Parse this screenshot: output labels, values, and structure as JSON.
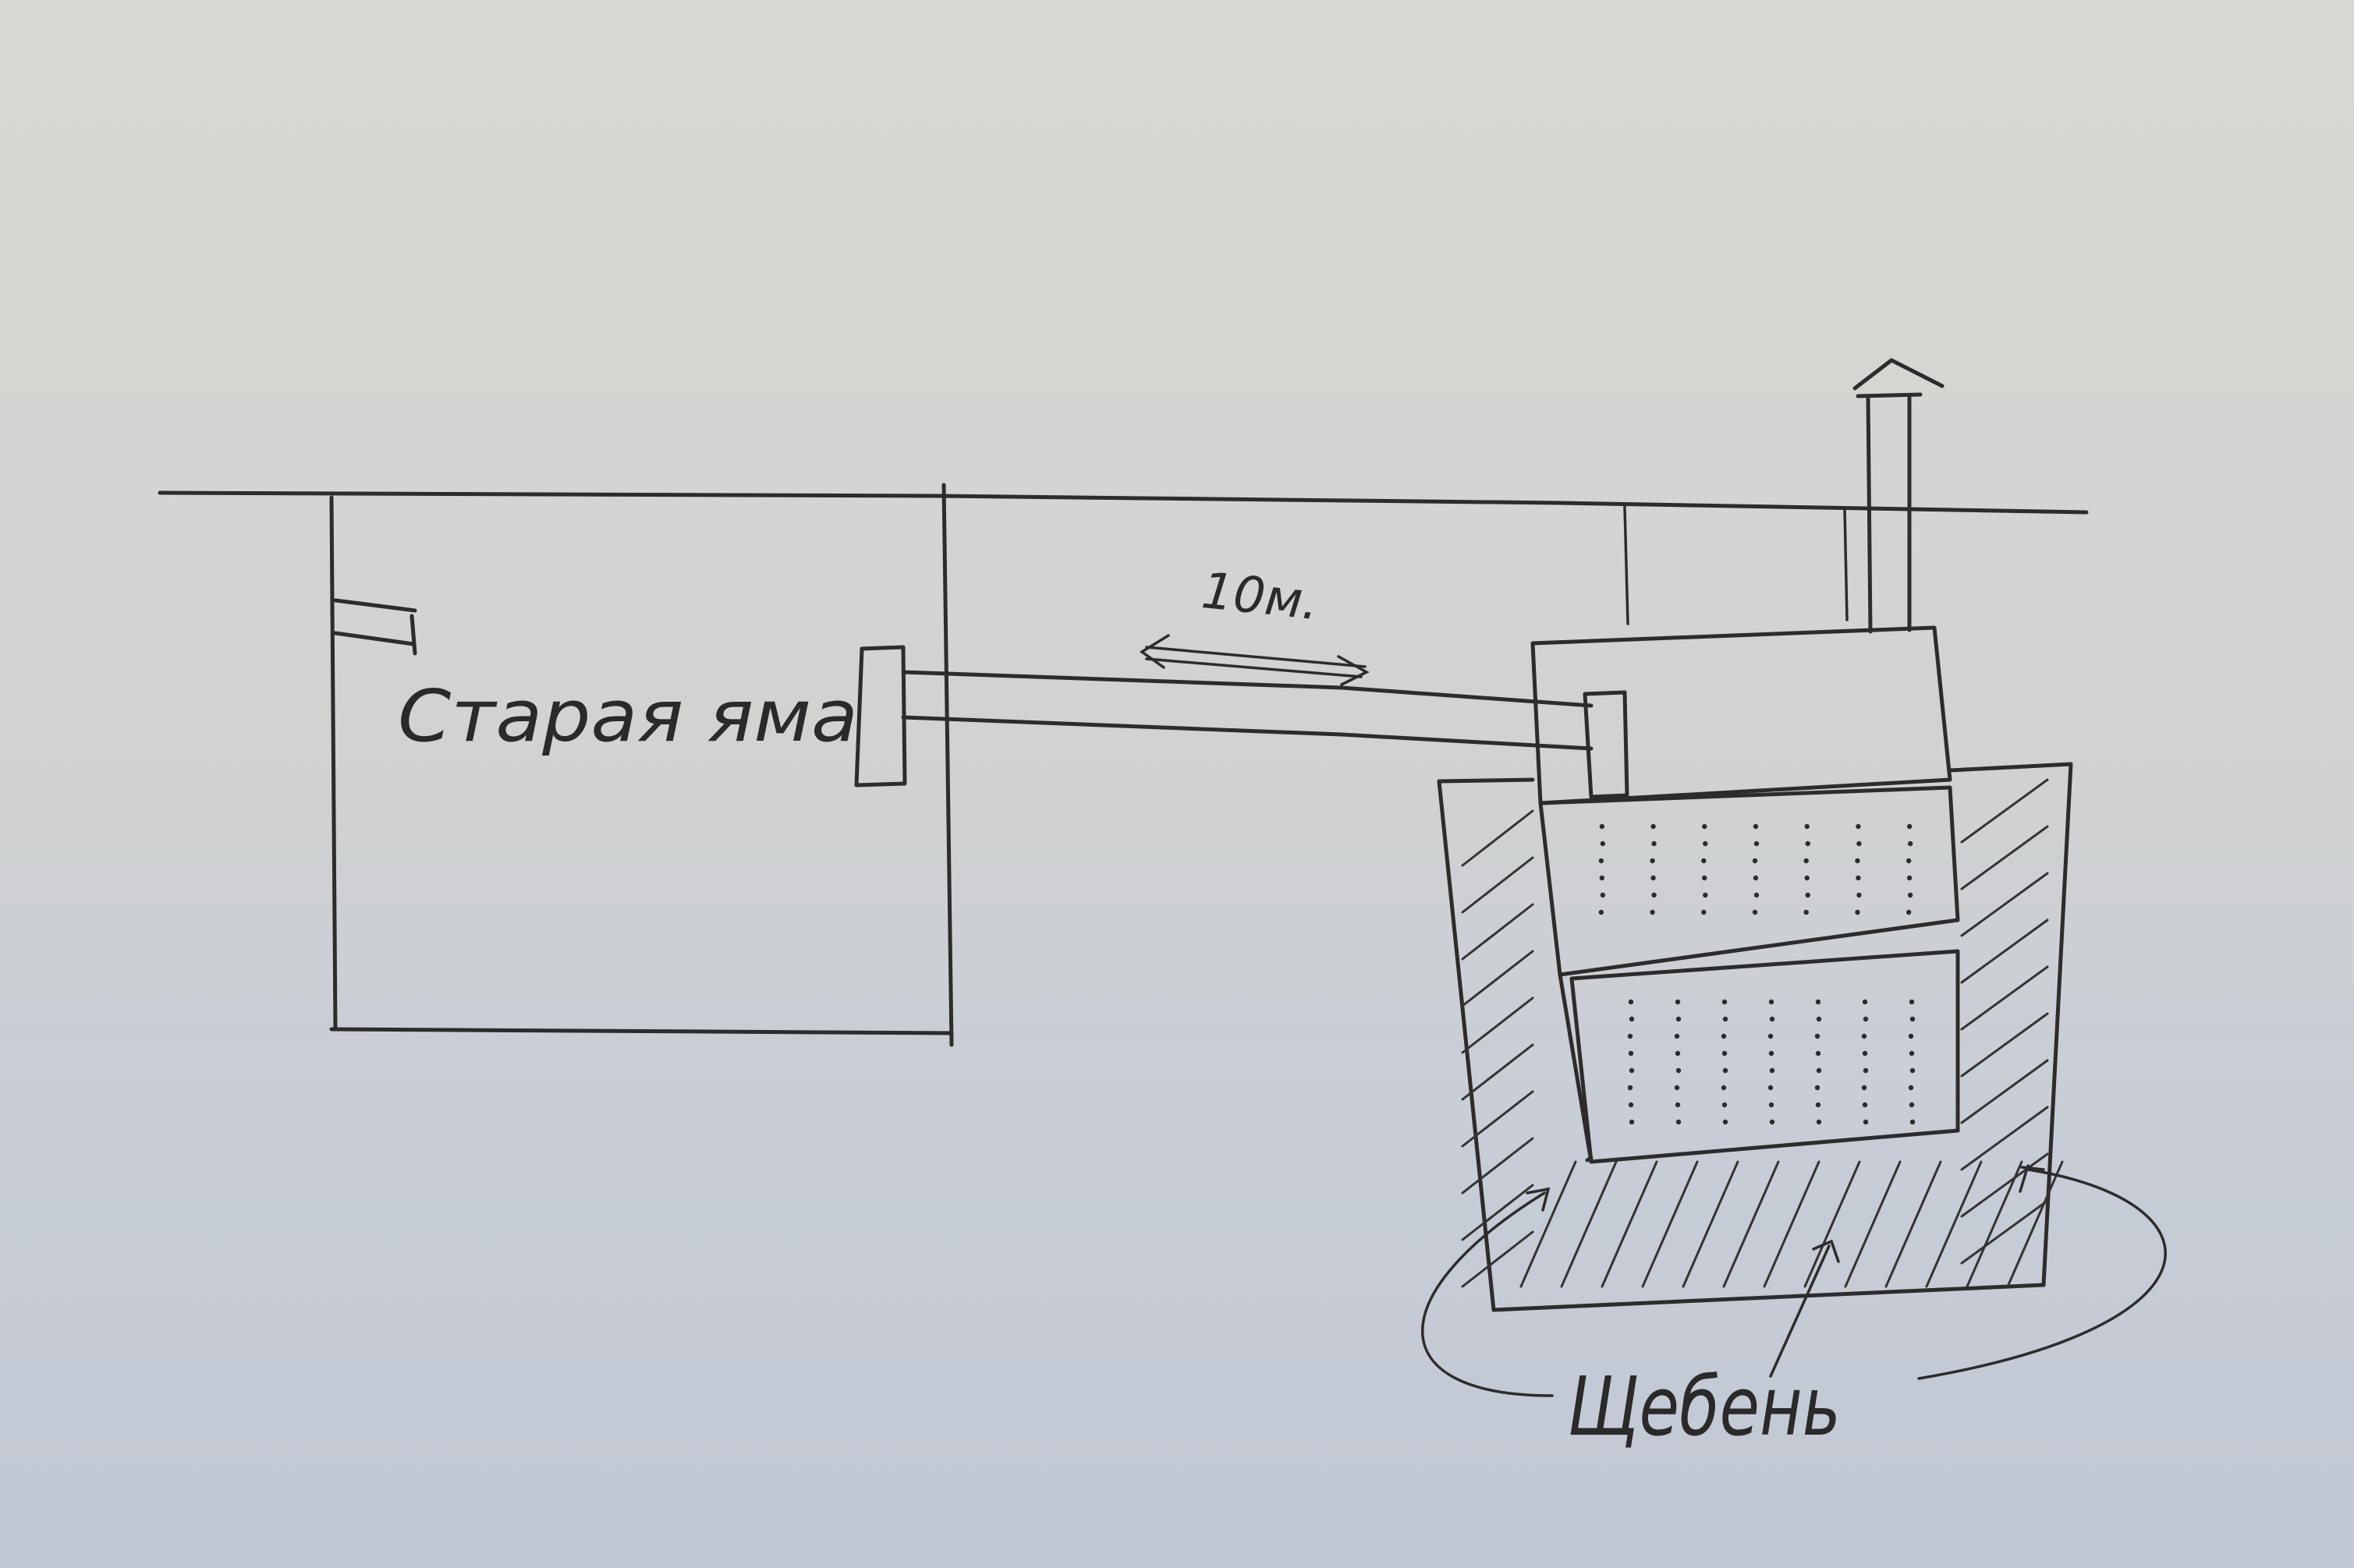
{
  "labels": {
    "old_pit": "Старая яма",
    "distance": "10м.",
    "gravel": "Щебень"
  },
  "colors": {
    "ink": "#2c2c2c",
    "paper": "#d6d6d2"
  }
}
